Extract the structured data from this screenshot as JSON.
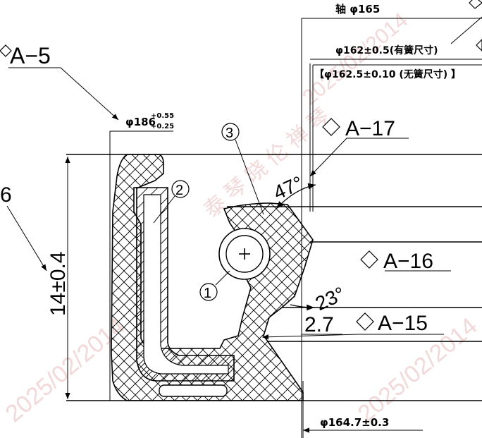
{
  "dims": {
    "shaft_diameter": "轴 φ165",
    "spring_dia": "φ162±0.5(有簧尺寸)",
    "no_spring_dia": "【φ162.5±0.10 (无簧尺寸) 】",
    "outer_dia_base": "φ186",
    "outer_dia_upper": "+0.55",
    "outer_dia_lower": "+0.25",
    "height": "14±0.4",
    "bottom_dia": "φ164.7±0.3",
    "gap": "2.7",
    "angle_top": "47°",
    "angle_bottom": "23°"
  },
  "tags": {
    "a5": "A−5",
    "a17": "A−17",
    "a16": "A−16",
    "a15": "A−15",
    "left_num": "6"
  },
  "balloons": {
    "b1": "1",
    "b2": "2",
    "b3": "3"
  },
  "watermark": {
    "text_1": "2025/02/2014",
    "text_2": "泰 琴 晓 伦 禅 琴"
  }
}
